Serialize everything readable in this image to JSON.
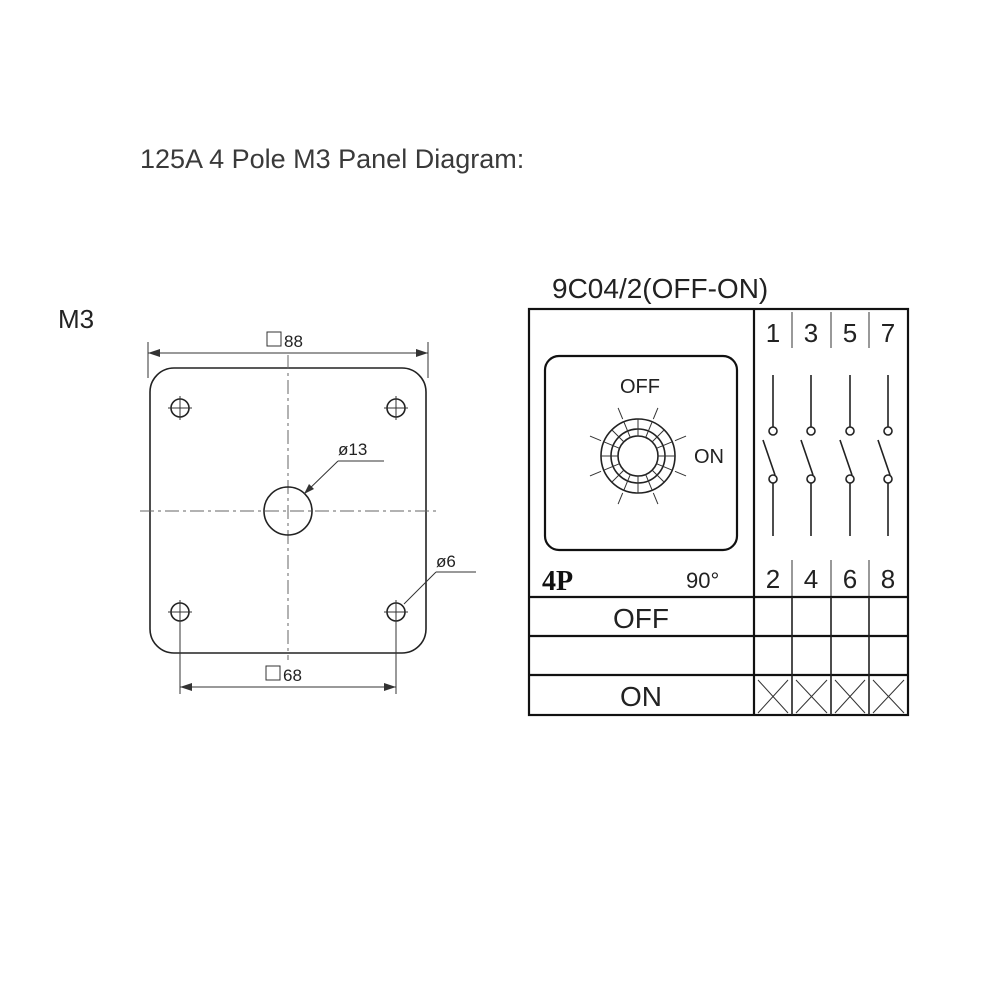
{
  "title": "125A 4 Pole M3 Panel Diagram:",
  "panel": {
    "model_label": "M3",
    "outer_dim": "88",
    "inner_dim": "68",
    "center_hole_dim": "ø13",
    "mount_hole_dim": "ø6"
  },
  "switch": {
    "model": "9C04/2(OFF-ON)",
    "dial_off": "OFF",
    "dial_on": "ON",
    "poles": "4P",
    "angle": "90°",
    "top_terminals": [
      "1",
      "3",
      "5",
      "7"
    ],
    "bottom_terminals": [
      "2",
      "4",
      "6",
      "8"
    ],
    "positions": [
      {
        "label": "OFF",
        "closed": [
          false,
          false,
          false,
          false
        ]
      },
      {
        "label": "",
        "closed": [
          false,
          false,
          false,
          false
        ]
      },
      {
        "label": "ON",
        "closed": [
          true,
          true,
          true,
          true
        ]
      }
    ]
  }
}
